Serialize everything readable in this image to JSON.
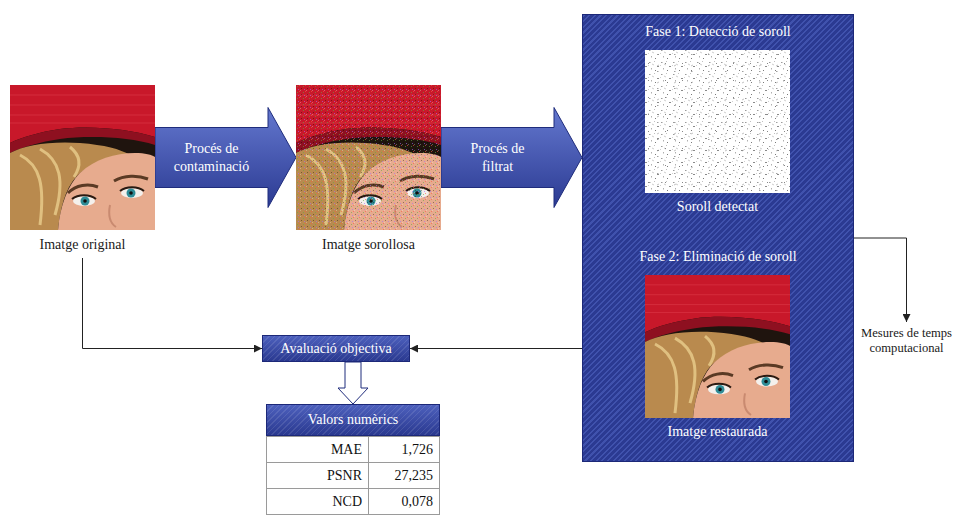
{
  "diagram": {
    "nodes": [
      {
        "text": [
          "Imatge original"
        ]
      },
      {
        "text": [
          "Imatge sorollosa"
        ]
      },
      {
        "text": [
          "Fase 1: Detecció de soroll",
          "Fase 2: Eliminació de soroll"
        ]
      },
      {
        "text": [
          "Soroll detectat"
        ],
        "in": 2
      },
      {
        "text": [
          "Imatge restaurada"
        ],
        "in": 2
      },
      {
        "text": [
          "Mesures de temps computacional"
        ]
      },
      {
        "text": [
          "Avaluació objectiva"
        ]
      },
      {
        "text": [
          "Valors numèrics"
        ]
      }
    ],
    "edges": [
      {
        "from": 0,
        "to": 1,
        "label": "Procés de contaminació",
        "arrow": "to"
      },
      {
        "from": 1,
        "to": 2,
        "label": "Procés de filtrat",
        "arrow": "to"
      },
      {
        "from": 2,
        "to": 5,
        "arrow": "to"
      },
      {
        "from": 0,
        "to": 6,
        "arrow": "to"
      },
      {
        "from": 2,
        "to": 6,
        "arrow": "to"
      },
      {
        "from": 6,
        "to": 7,
        "arrow": "to"
      }
    ],
    "labels": [
      "MAE",
      "1,726",
      "PSNR",
      "27,235",
      "NCD",
      "0,078"
    ]
  }
}
